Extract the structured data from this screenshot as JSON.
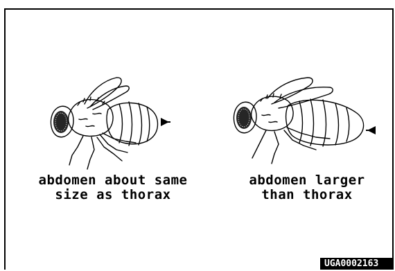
{
  "panels": [
    {
      "caption_line1": "abdomen about same",
      "caption_line2": "size as thorax"
    },
    {
      "caption_line1": "abdomen larger",
      "caption_line2": "than thorax"
    }
  ],
  "image_id": "UGA0002163",
  "colors": {
    "ink": "#000000",
    "paper": "#ffffff"
  }
}
